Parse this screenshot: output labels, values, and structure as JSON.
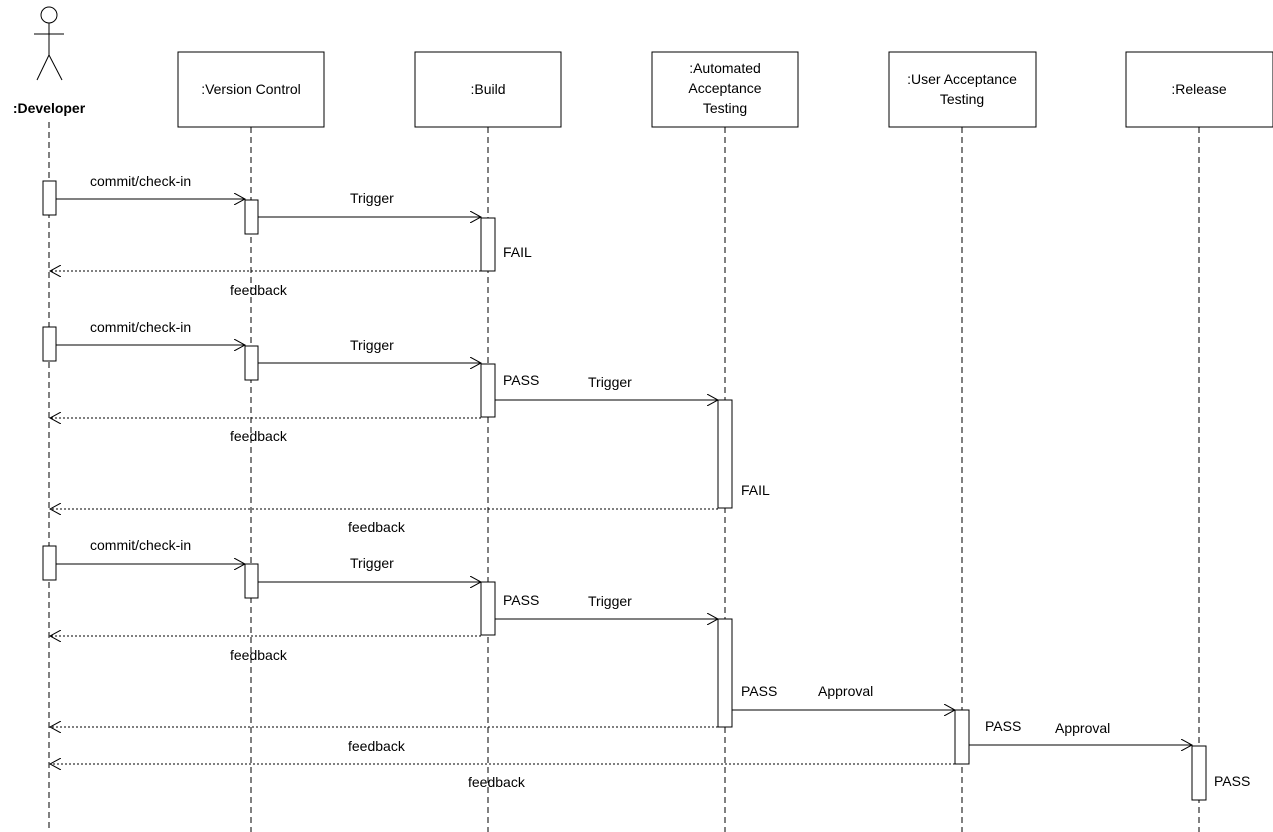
{
  "actor": {
    "name": ":Developer"
  },
  "participants": [
    {
      "id": "vc",
      "lines": [
        ":Version Control"
      ]
    },
    {
      "id": "build",
      "lines": [
        ":Build"
      ]
    },
    {
      "id": "aat",
      "lines": [
        ":Automated",
        "Acceptance",
        "Testing"
      ]
    },
    {
      "id": "uat",
      "lines": [
        ":User Acceptance",
        "Testing"
      ]
    },
    {
      "id": "rel",
      "lines": [
        ":Release"
      ]
    }
  ],
  "messages": [
    {
      "label": "commit/check-in"
    },
    {
      "label": "Trigger"
    },
    {
      "label": "FAIL"
    },
    {
      "label": "feedback"
    },
    {
      "label": "commit/check-in"
    },
    {
      "label": "Trigger"
    },
    {
      "label": "PASS"
    },
    {
      "label": "Trigger"
    },
    {
      "label": "feedback"
    },
    {
      "label": "FAIL"
    },
    {
      "label": "feedback"
    },
    {
      "label": "commit/check-in"
    },
    {
      "label": "Trigger"
    },
    {
      "label": "PASS"
    },
    {
      "label": "Trigger"
    },
    {
      "label": "feedback"
    },
    {
      "label": "PASS"
    },
    {
      "label": "Approval"
    },
    {
      "label": "feedback"
    },
    {
      "label": "PASS"
    },
    {
      "label": "Approval"
    },
    {
      "label": "feedback"
    },
    {
      "label": "PASS"
    }
  ]
}
